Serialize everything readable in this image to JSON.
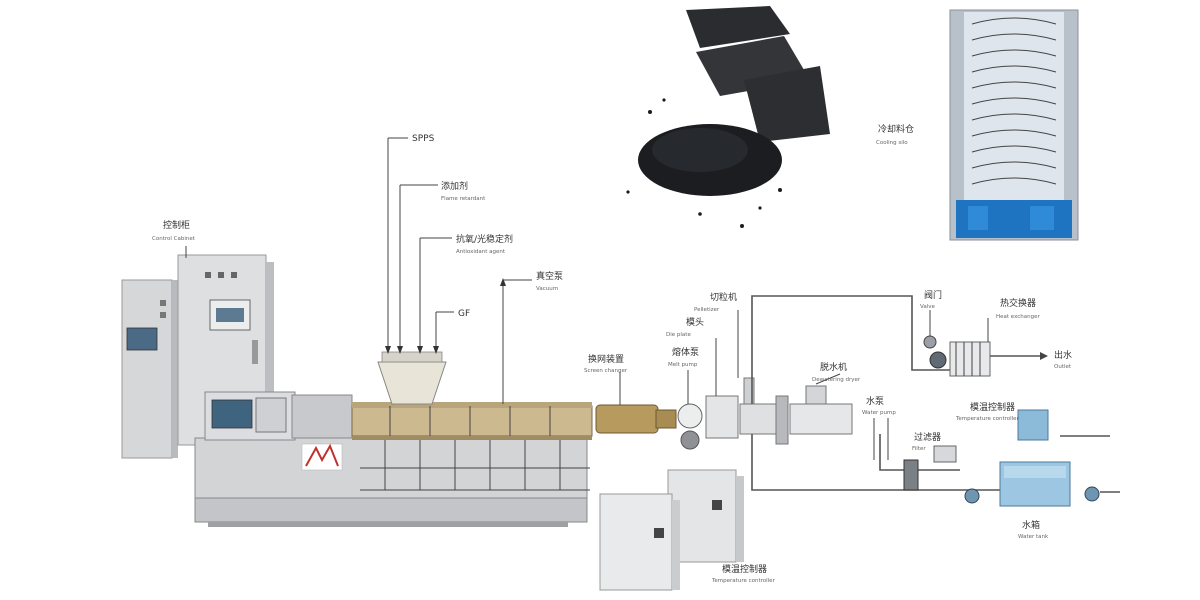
{
  "colors": {
    "cabinet": "#dcdcdc",
    "machine": "#cfd0d2",
    "barrel": "#b8a57e",
    "water": "#7fb6d8",
    "pellet": "#1b1d20",
    "steel": "#c9ced6"
  },
  "labels": {
    "control_cabinet": {
      "cn": "控制柜",
      "en": "Control Cabinet"
    },
    "feeder_top": {
      "cn": "SPPS",
      "en": ""
    },
    "feeder_2": {
      "cn": "添加剂",
      "en": "Flame retardant"
    },
    "feeder_3": {
      "cn": "抗氧/光稳定剂",
      "en": "Antioxidant agent"
    },
    "vacuum": {
      "cn": "真空泵",
      "en": "Vacuum"
    },
    "feeder_4": {
      "cn": "GF",
      "en": ""
    },
    "screen_changer": {
      "cn": "换网装置",
      "en": "Screen changer"
    },
    "pump": {
      "cn": "熔体泵",
      "en": "Melt pump"
    },
    "die": {
      "cn": "模头",
      "en": "Die plate"
    },
    "cutter": {
      "cn": "切粒机",
      "en": "Pelletizer"
    },
    "dryer": {
      "cn": "脱水机",
      "en": "Dewatering dryer"
    },
    "cooling_silo": {
      "cn": "冷却料仓",
      "en": "Cooling silo"
    },
    "valve": {
      "cn": "阀门",
      "en": "Valve"
    },
    "heat_exchanger": {
      "cn": "热交换器",
      "en": "Heat exchanger"
    },
    "water_tank_pump": {
      "cn": "水泵",
      "en": "Water pump"
    },
    "filter": {
      "cn": "过滤器",
      "en": "Filter"
    },
    "water_tank": {
      "cn": "水箱",
      "en": "Water tank"
    },
    "temp_controller": {
      "cn": "模温控制器",
      "en": "Temperature controller"
    },
    "outlet": {
      "cn": "出水",
      "en": "Outlet"
    }
  }
}
